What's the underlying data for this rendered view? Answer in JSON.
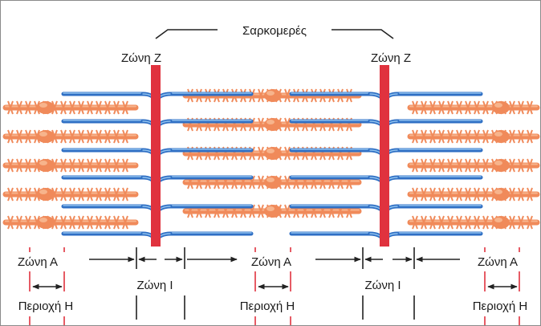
{
  "labels": {
    "sarcomere": "Σαρκομερές",
    "z_line": "Ζώνη Ζ",
    "a_band": "Ζώνη Α",
    "i_band": "Ζώνη Ι",
    "h_zone": "Περιοχή Η"
  },
  "colors": {
    "myosin": "#f08a5a",
    "myosin_light": "#f7b48c",
    "actin": "#2f6fc4",
    "actin_light": "#8fc1ee",
    "z_disc": "#e0323e",
    "guide_red": "#e0323e",
    "line": "#222222"
  },
  "icons": {
    "z_disc": "red-bar",
    "thick_filament": "orange-myosin-bar",
    "thin_filament": "blue-actin-line"
  }
}
